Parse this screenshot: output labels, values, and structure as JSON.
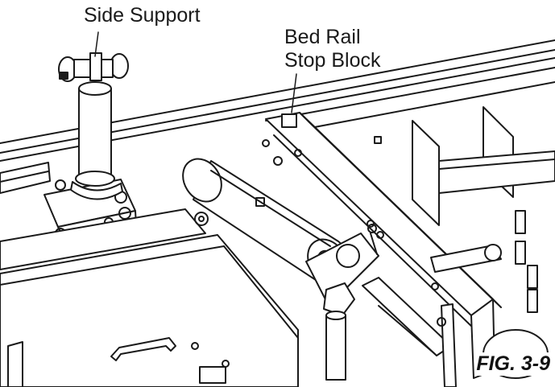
{
  "labels": {
    "side_support": "Side Support",
    "bed_rail_line1": "Bed Rail",
    "bed_rail_line2": "Stop Block"
  },
  "figure_number": "FIG. 3-9",
  "colors": {
    "line": "#1a1a1a",
    "shade": "#cfcfcf",
    "background": "#ffffff"
  }
}
